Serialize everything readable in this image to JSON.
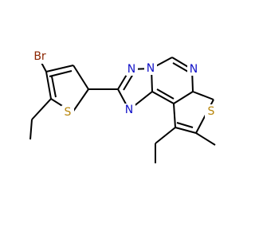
{
  "diagram": {
    "type": "chemical-structure",
    "atoms": [
      {
        "id": "br",
        "label": "Br",
        "color": "#8B2500"
      },
      {
        "id": "s1",
        "label": "S",
        "color": "#B8860B"
      },
      {
        "id": "n1",
        "label": "N",
        "color": "#1010C8"
      },
      {
        "id": "n2",
        "label": "N",
        "color": "#1010C8"
      },
      {
        "id": "n3",
        "label": "N",
        "color": "#1010C8"
      },
      {
        "id": "n4",
        "label": "N",
        "color": "#1010C8"
      },
      {
        "id": "s2",
        "label": "S",
        "color": "#B8860B"
      }
    ]
  }
}
